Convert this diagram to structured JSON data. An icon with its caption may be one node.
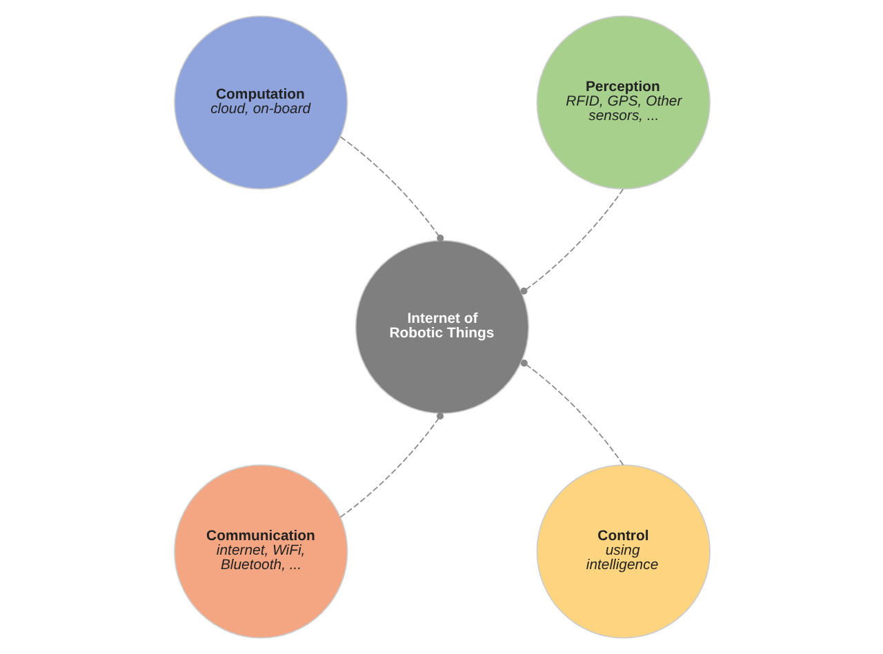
{
  "diagram": {
    "nodes": [
      {
        "text": [
          "Computation",
          "cloud, on-board"
        ]
      },
      {
        "text": [
          "Perception",
          "RFID, GPS, Other sensors, ..."
        ]
      },
      {
        "text": [
          "Internet of Robotic Things"
        ]
      },
      {
        "text": [
          "Communication",
          "internet, WiFi, Bluetooth, ..."
        ]
      },
      {
        "text": [
          "Control",
          "using intelligence"
        ]
      }
    ],
    "edges": [
      {
        "from": 0,
        "to": 2,
        "arrow": "other",
        "style": "dashed"
      },
      {
        "from": 1,
        "to": 2,
        "arrow": "other",
        "style": "dashed"
      },
      {
        "from": 3,
        "to": 2,
        "arrow": "other",
        "style": "dashed"
      },
      {
        "from": 4,
        "to": 2,
        "arrow": "other",
        "style": "dashed"
      }
    ]
  }
}
